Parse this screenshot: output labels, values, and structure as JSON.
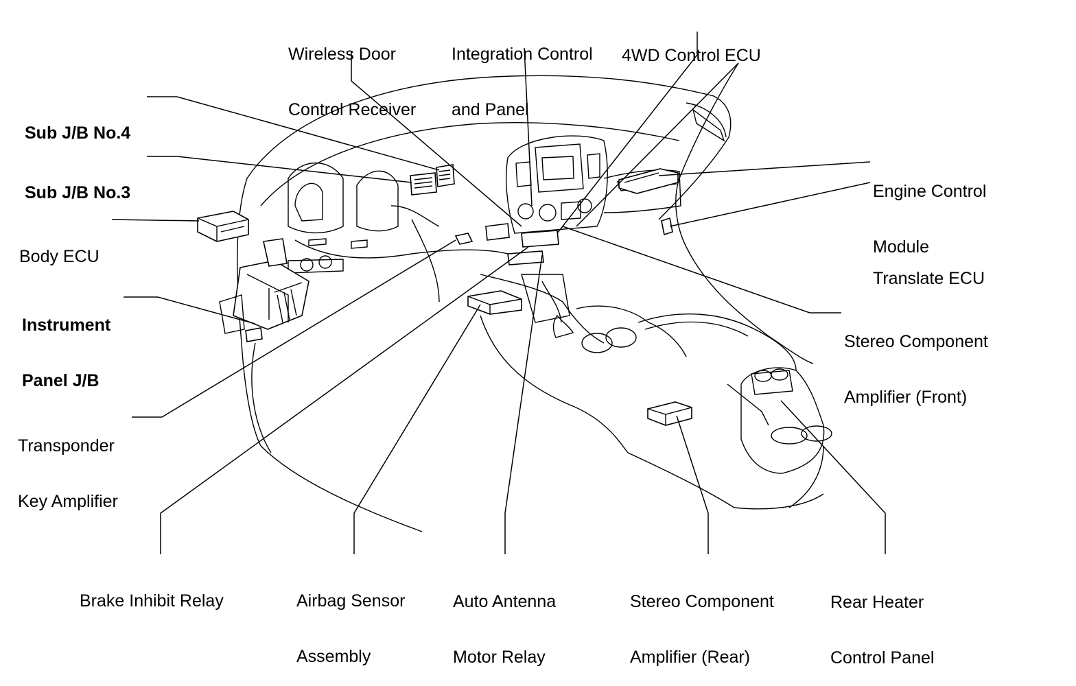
{
  "labels": {
    "wireless_door": [
      "Wireless Door",
      "Control Receiver"
    ],
    "integration_control": [
      "Integration Control",
      "and Panel"
    ],
    "fourwd_ecu": [
      "4WD Control ECU"
    ],
    "sub_jb_4": [
      "Sub J/B No.4"
    ],
    "sub_jb_3": [
      "Sub J/B No.3"
    ],
    "body_ecu": [
      "Body ECU"
    ],
    "instrument_panel_jb": [
      "Instrument",
      "Panel J/B"
    ],
    "transponder": [
      "Transponder",
      "Key Amplifier"
    ],
    "engine_control": [
      "Engine Control",
      "Module"
    ],
    "translate_ecu": [
      "Translate ECU"
    ],
    "stereo_front": [
      "Stereo Component",
      "Amplifier (Front)"
    ],
    "brake_inhibit": [
      "Brake Inhibit Relay"
    ],
    "airbag_sensor": [
      "Airbag Sensor",
      "Assembly"
    ],
    "auto_antenna": [
      "Auto Antenna",
      "Motor Relay"
    ],
    "stereo_rear": [
      "Stereo Component",
      "Amplifier (Rear)"
    ],
    "rear_heater": [
      "Rear Heater",
      "Control Panel"
    ]
  }
}
